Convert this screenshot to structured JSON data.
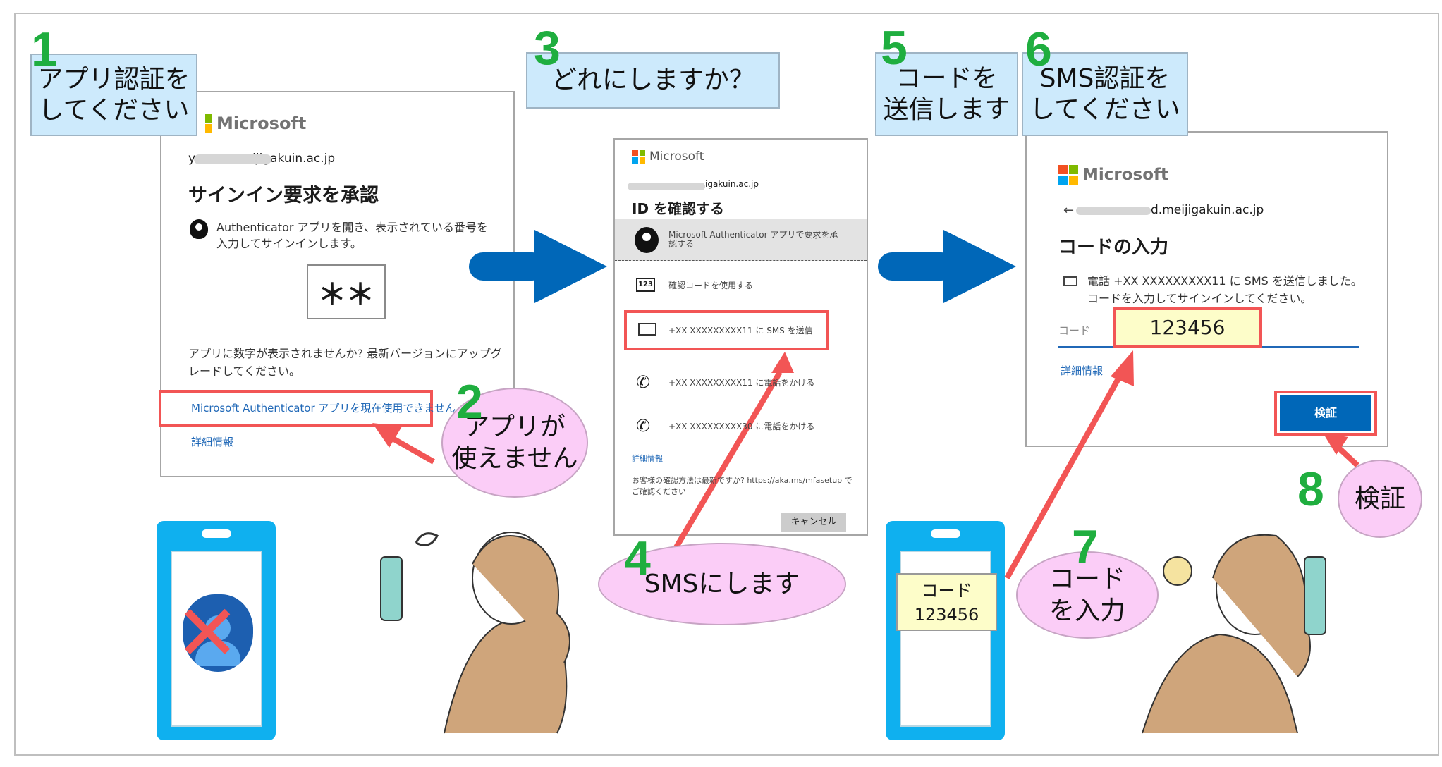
{
  "steps": {
    "s1": {
      "num": "1",
      "text1": "アプリ認証を",
      "text2": "してください"
    },
    "s2": {
      "num": "2",
      "text1": "アプリが",
      "text2": "使えません"
    },
    "s3": {
      "num": "3",
      "text": "どれにしますか？"
    },
    "s4": {
      "num": "4",
      "text": "SMSにします"
    },
    "s5": {
      "num": "5",
      "text1": "コードを",
      "text2": "送信します"
    },
    "s6": {
      "num": "6",
      "text1": "SMS認証を",
      "text2": "してください"
    },
    "s7": {
      "num": "7",
      "text1": "コード",
      "text2": "を入力"
    },
    "s8": {
      "num": "8",
      "text": "検証"
    }
  },
  "brand": "Microsoft",
  "panel1": {
    "email": "y          meijigakuin.ac.jp",
    "title": "サインイン要求を承認",
    "instruction": "Authenticator アプリを開き、表示されている番号を入力してサインインします。",
    "number": "＊＊",
    "note": "アプリに数字が表示されませんか? 最新バージョンにアップグレードしてください。",
    "cant_use_link": "Microsoft Authenticator アプリを現在使用できません",
    "more_info": "詳細情報"
  },
  "panel3": {
    "email": "igakuin.ac.jp",
    "title": "ID を確認する",
    "options": [
      {
        "icon": "authenticator-icon",
        "label": "Microsoft Authenticator アプリで要求を承認する"
      },
      {
        "icon": "code-123-icon",
        "label": "確認コードを使用する",
        "badge": "123"
      },
      {
        "icon": "chat-icon",
        "label": "+XX XXXXXXXXX11 に SMS を送信"
      },
      {
        "icon": "phone-call-icon",
        "label": "+XX XXXXXXXXX11 に電話をかける"
      },
      {
        "icon": "phone-call-icon",
        "label": "+XX XXXXXXXXX30 に電話をかける"
      }
    ],
    "more_info": "詳細情報",
    "footer": "お客様の確認方法は最新ですか? https://aka.ms/mfasetup でご確認ください",
    "cancel": "キャンセル"
  },
  "panel6": {
    "back": "←",
    "email": "d.meijigakuin.ac.jp",
    "title": "コードの入力",
    "message": "電話 +XX XXXXXXXXX11 に SMS を送信しました。コードを入力してサインインしてください。",
    "code_label": "コード",
    "code_value": "123456",
    "more_info": "詳細情報",
    "verify": "検証"
  },
  "phone2": {
    "label": "コード",
    "code": "123456"
  },
  "colors": {
    "accent": "#0067b8",
    "highlight": "#f25555",
    "step_number": "#1fae3f",
    "callout": "#cdeafc",
    "bubble": "#fbcdf7",
    "phone": "#0fb0ef"
  }
}
